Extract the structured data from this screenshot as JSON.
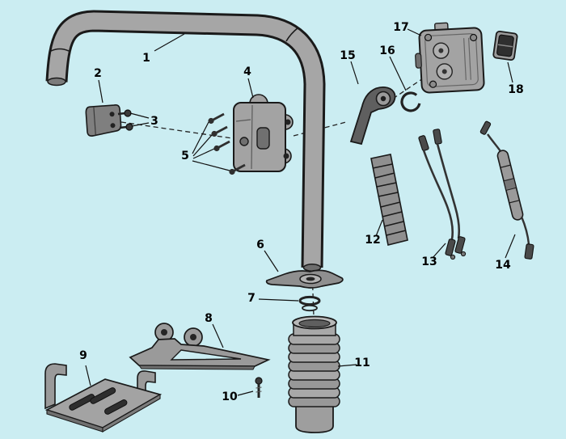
{
  "diagram": {
    "kind": "exploded-parts-diagram",
    "colors": {
      "background": "#cbedf2",
      "part_fill": "#a3a3a3",
      "part_dark": "#5f5f5f",
      "outline": "#1a1a1a",
      "label_text": "#000000"
    },
    "parts": [
      {
        "number": "1"
      },
      {
        "number": "2"
      },
      {
        "number": "3"
      },
      {
        "number": "4"
      },
      {
        "number": "5"
      },
      {
        "number": "6"
      },
      {
        "number": "7"
      },
      {
        "number": "8"
      },
      {
        "number": "9"
      },
      {
        "number": "10"
      },
      {
        "number": "11"
      },
      {
        "number": "12"
      },
      {
        "number": "13"
      },
      {
        "number": "14"
      },
      {
        "number": "15"
      },
      {
        "number": "16"
      },
      {
        "number": "17"
      },
      {
        "number": "18"
      }
    ]
  }
}
